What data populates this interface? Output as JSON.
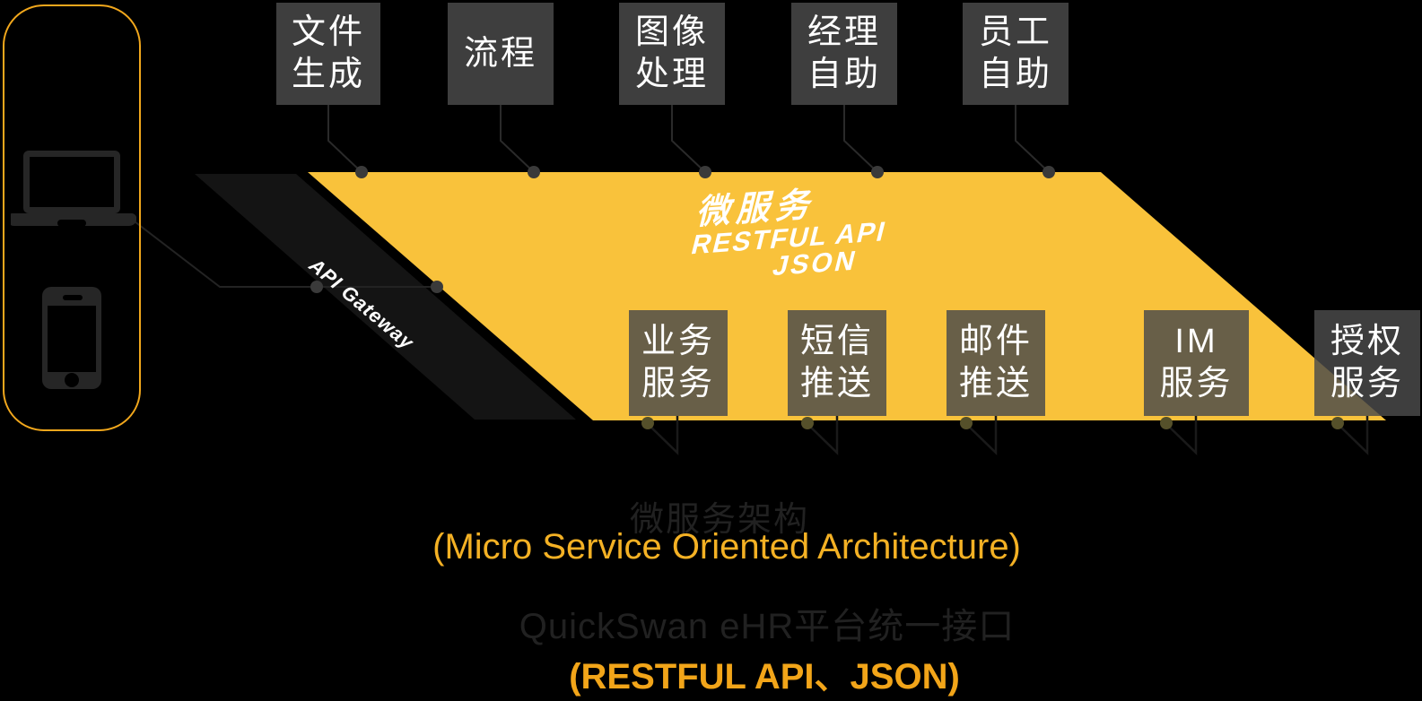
{
  "device_panel": {
    "icons": [
      "laptop-icon",
      "smartphone-icon"
    ]
  },
  "api_gateway": {
    "label": "API Gateway"
  },
  "platform": {
    "lines": [
      "微服务",
      "RESTFUL API",
      "JSON"
    ]
  },
  "services": {
    "top": [
      {
        "lines": [
          "文件",
          "生成"
        ]
      },
      {
        "lines": [
          "流程"
        ]
      },
      {
        "lines": [
          "图像",
          "处理"
        ]
      },
      {
        "lines": [
          "经理",
          "自助"
        ]
      },
      {
        "lines": [
          "员工",
          "自助"
        ]
      }
    ],
    "bottom": [
      {
        "lines": [
          "业务",
          "服务"
        ]
      },
      {
        "lines": [
          "短信",
          "推送"
        ]
      },
      {
        "lines": [
          "邮件",
          "推送"
        ]
      },
      {
        "lines": [
          "IM",
          "服务"
        ]
      },
      {
        "lines": [
          "授权",
          "服务"
        ]
      }
    ]
  },
  "captions": {
    "title_zh": "微服务架构",
    "title_en": "(Micro Service Oriented Architecture)",
    "subtitle_zh": "QuickSwan eHR平台统一接口",
    "subtitle_en": "(RESTFUL API、JSON)"
  },
  "colors": {
    "background": "#000000",
    "plane_yellow": "#F9C23B",
    "panel_border_yellow": "#F1A71C",
    "caption_yellow_light": "#F4B124",
    "caption_yellow_deep": "#F2A519",
    "caption_gray": "#212121",
    "box_gray": "#3D3D3D",
    "box_olive_on_yellow": "#6B6132",
    "stripe_dark": "#141414"
  }
}
